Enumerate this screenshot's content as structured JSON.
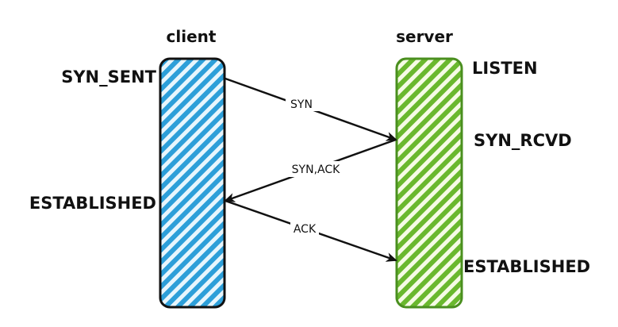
{
  "diagram": {
    "type": "sequence",
    "title": "TCP three-way handshake",
    "participants": {
      "client": {
        "label": "client",
        "fill_color": "#2d9fd9",
        "background_color": "#e8f6fd",
        "stroke_color": "#111111",
        "states": [
          "SYN_SENT",
          "ESTABLISHED"
        ]
      },
      "server": {
        "label": "server",
        "fill_color": "#6ab82e",
        "background_color": "#f6fbe6",
        "stroke_color": "#4a8f1f",
        "states": [
          "LISTEN",
          "SYN_RCVD",
          "ESTABLISHED"
        ]
      }
    },
    "messages": [
      {
        "label": "SYN",
        "from": "client",
        "to": "server"
      },
      {
        "label": "SYN,ACK",
        "from": "server",
        "to": "client"
      },
      {
        "label": "ACK",
        "from": "client",
        "to": "server"
      }
    ]
  }
}
